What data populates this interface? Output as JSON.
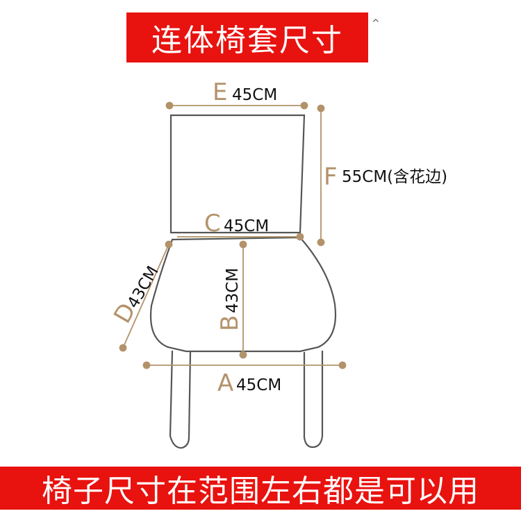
{
  "title": "连体椅套尺寸",
  "footer": "椅子尺寸在范围左右都是可以用",
  "dimensions": {
    "A": {
      "letter": "A",
      "value": "45CM"
    },
    "B": {
      "letter": "B",
      "value": "43CM"
    },
    "C": {
      "letter": "C",
      "value": "45CM"
    },
    "D": {
      "letter": "D",
      "value": "43CM"
    },
    "E": {
      "letter": "E",
      "value": "45CM"
    },
    "F": {
      "letter": "F",
      "value": "55CM(含花边)"
    }
  },
  "colors": {
    "banner": "#e8120f",
    "dimension_line": "#b3926a",
    "outline": "#555555"
  }
}
